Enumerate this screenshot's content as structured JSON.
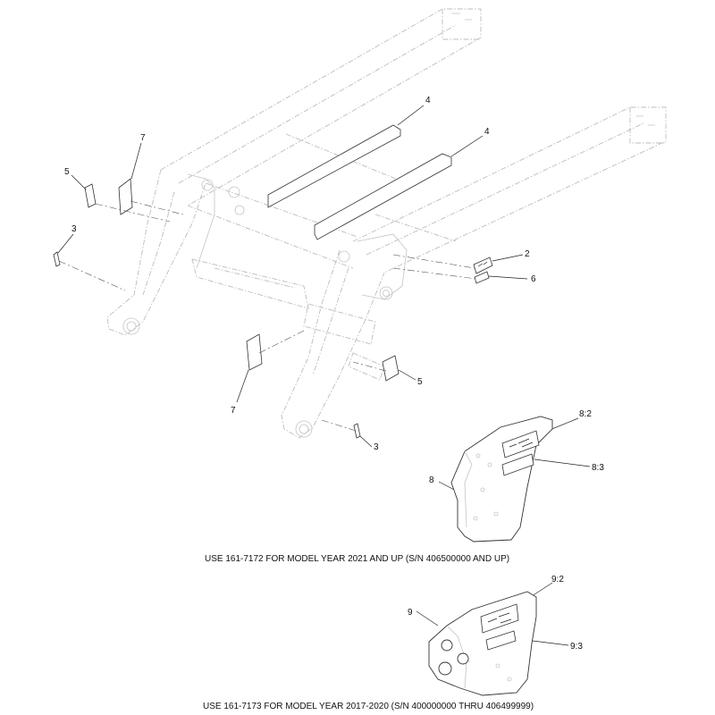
{
  "callouts": {
    "c4a": "4",
    "c4b": "4",
    "c7a": "7",
    "c5a": "5",
    "c3a": "3",
    "c2": "2",
    "c6": "6",
    "c7b": "7",
    "c5b": "5",
    "c3b": "3",
    "c8": "8",
    "c8_2": "8:2",
    "c8_3": "8:3",
    "c9": "9",
    "c9_2": "9:2",
    "c9_3": "9:3"
  },
  "captions": {
    "model_2021": "USE 161-7172 FOR MODEL YEAR 2021 AND UP (S/N 406500000 AND UP)",
    "model_2017": "USE 161-7173 FOR MODEL YEAR 2017-2020 (S/N 400000000 THRU 406499999)"
  }
}
